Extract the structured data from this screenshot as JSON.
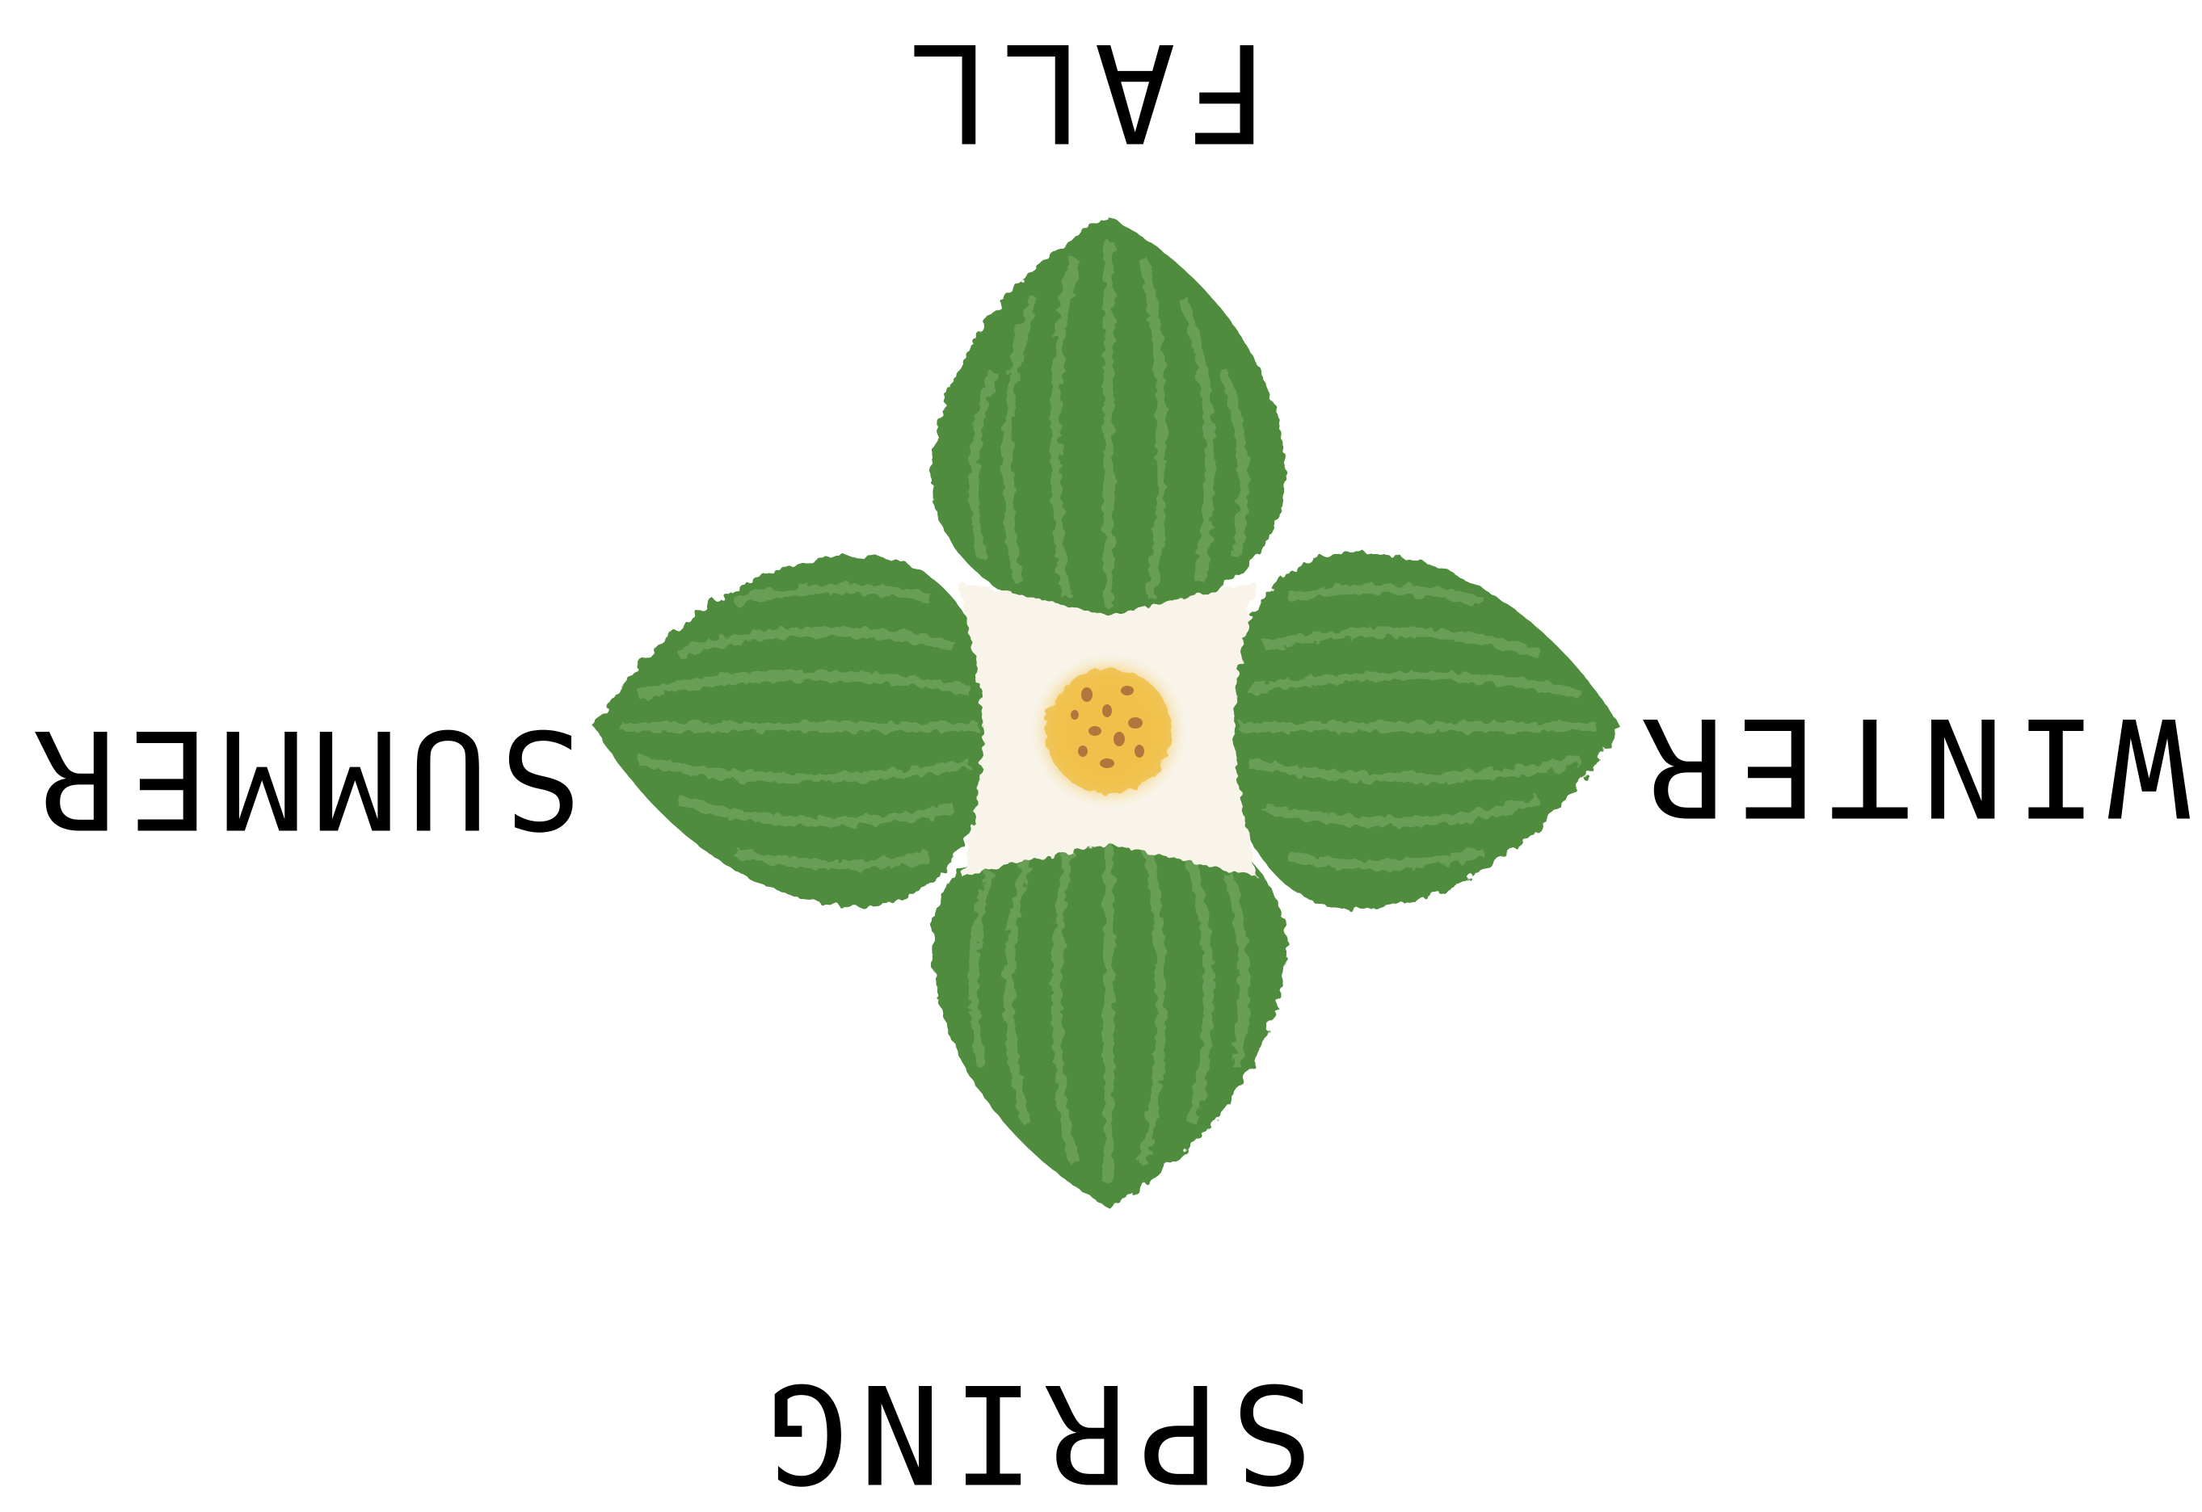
{
  "labels": {
    "top": "FALL",
    "left": "SUMMER",
    "right": "WINTER",
    "bottom": "SPRING"
  },
  "colors": {
    "leaf": "#4f8c3c",
    "leaf_vein": "#6aa05a",
    "center": "#f8f4ea",
    "core": "#f0c04a",
    "speckle": "#a86a3a",
    "text": "#000000"
  },
  "icons": {
    "flower": "four-leaf-flower-icon"
  }
}
